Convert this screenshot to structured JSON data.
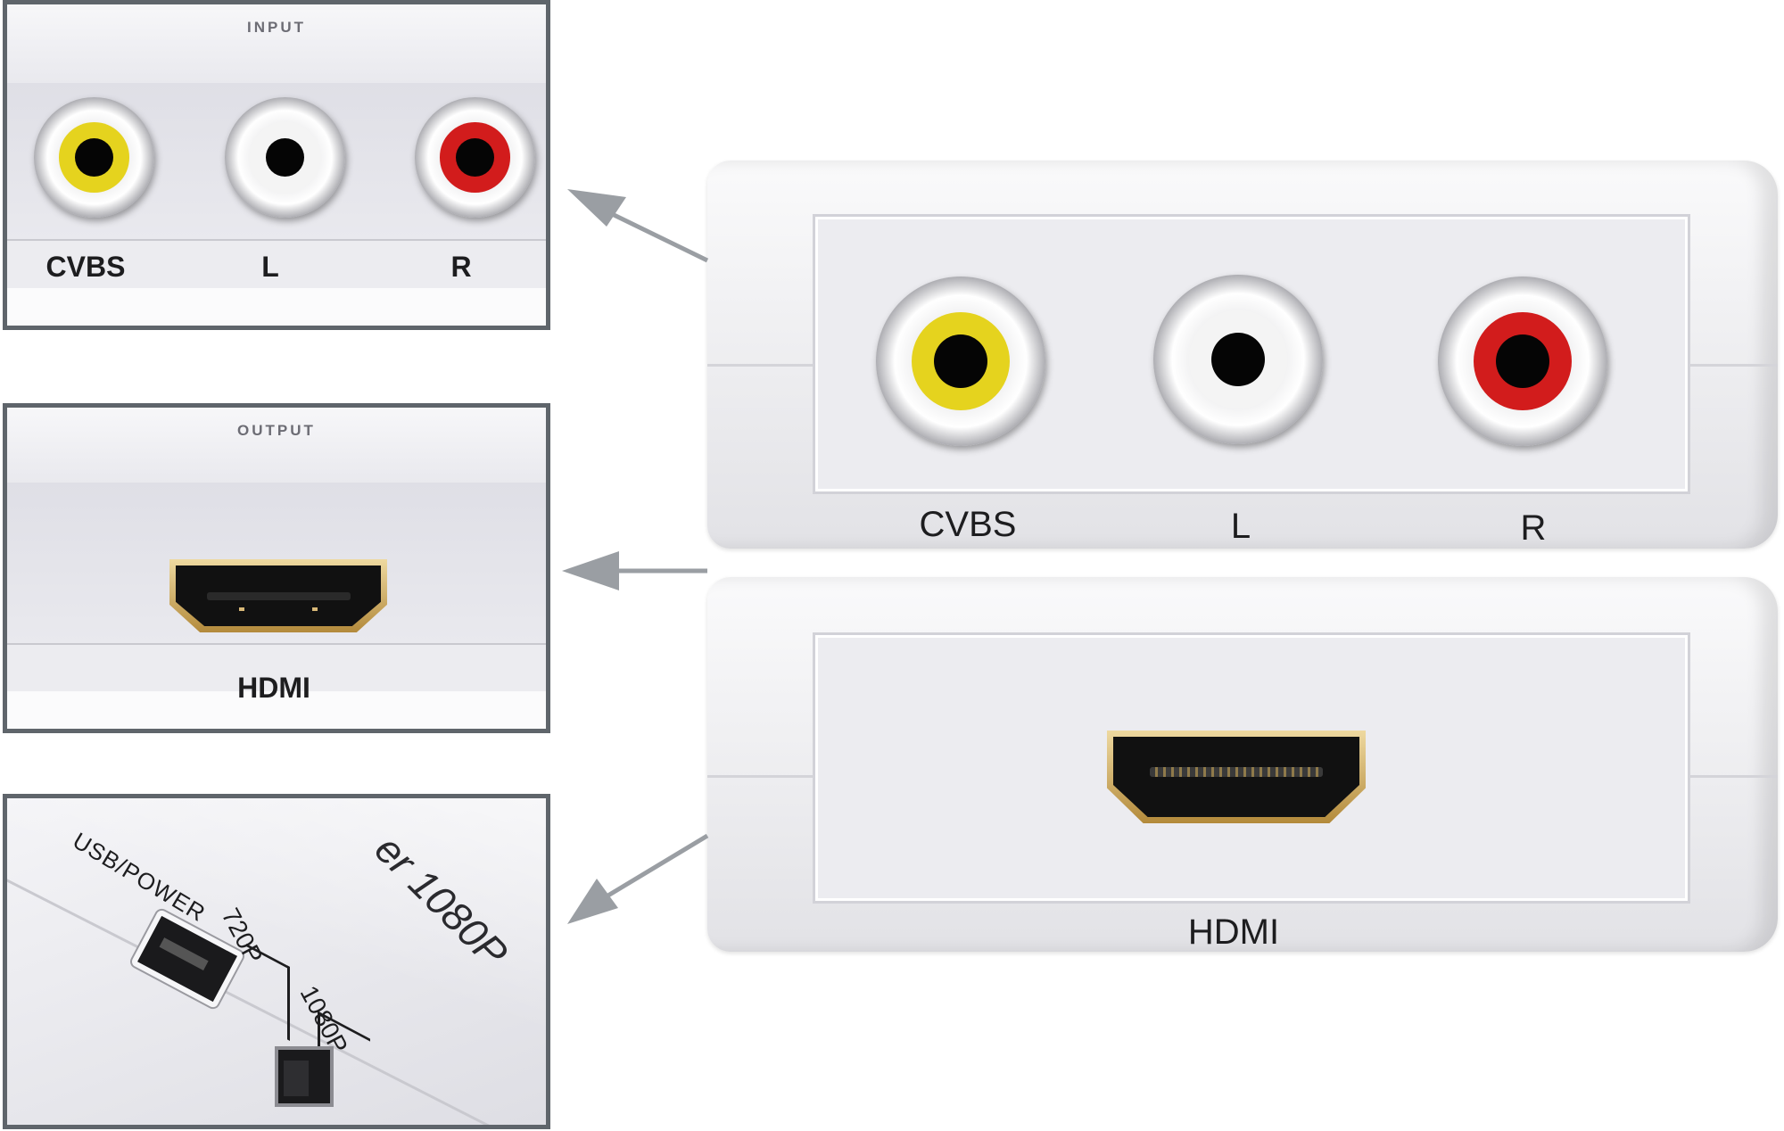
{
  "panels": {
    "input": {
      "caption": "INPUT",
      "labels": {
        "cvbs": "CVBS",
        "left": "L",
        "right": "R"
      }
    },
    "output": {
      "caption": "OUTPUT",
      "label": "HDMI"
    },
    "side": {
      "power_label": "USB/POWER",
      "mode_720": "720P",
      "mode_1080": "1080P",
      "body_text": "er 1080P"
    }
  },
  "device": {
    "top_labels": {
      "cvbs": "CVBS",
      "left": "L",
      "right": "R"
    },
    "bottom_label": "HDMI"
  },
  "colors": {
    "video": "#e5d31e",
    "audio_left": "#f4f4f4",
    "audio_right": "#d21c1c",
    "frame": "#5f656b",
    "arrow": "#9a9ea3"
  },
  "icons": [
    "rca-jack-icon",
    "hdmi-port-icon",
    "mini-usb-port-icon",
    "slide-switch-icon",
    "arrow-icon"
  ]
}
